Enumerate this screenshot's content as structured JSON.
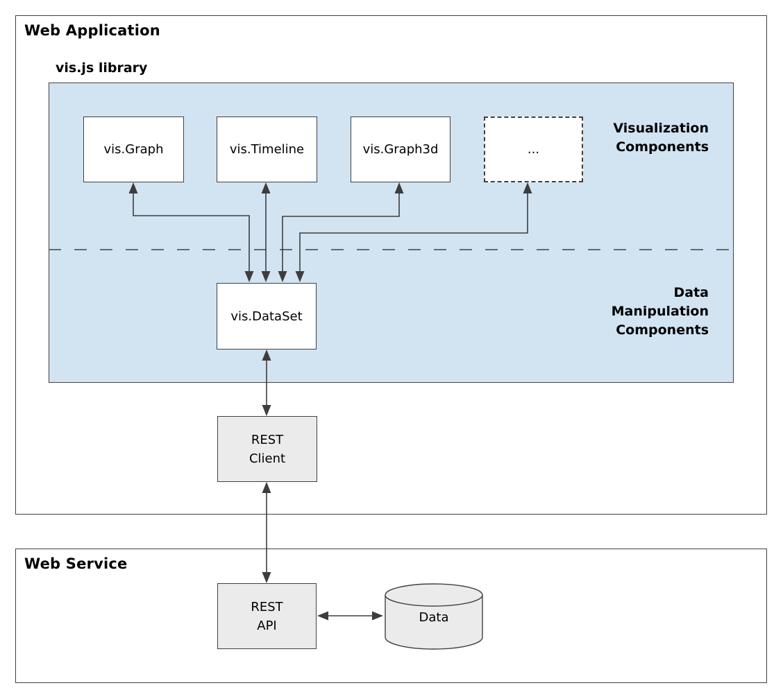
{
  "colors": {
    "panel_blue": "#d2e4f2",
    "box_gray": "#ebebeb",
    "box_white": "#ffffff",
    "border": "#404040",
    "arrow": "#3d3d3d",
    "text": "#000000"
  },
  "web_application": {
    "title": "Web Application",
    "visjs_library": {
      "label": "vis.js library",
      "visualization_components": {
        "label_line1": "Visualization",
        "label_line2": "Components",
        "boxes": [
          {
            "label": "vis.Graph"
          },
          {
            "label": "vis.Timeline"
          },
          {
            "label": "vis.Graph3d"
          },
          {
            "label": "..."
          }
        ]
      },
      "data_manipulation_components": {
        "label_line1": "Data",
        "label_line2": "Manipulation",
        "label_line3": "Components",
        "dataset_label": "vis.DataSet"
      }
    },
    "rest_client": {
      "line1": "REST",
      "line2": "Client"
    }
  },
  "web_service": {
    "title": "Web Service",
    "rest_api": {
      "line1": "REST",
      "line2": "API"
    },
    "database": {
      "label": "Data"
    }
  }
}
